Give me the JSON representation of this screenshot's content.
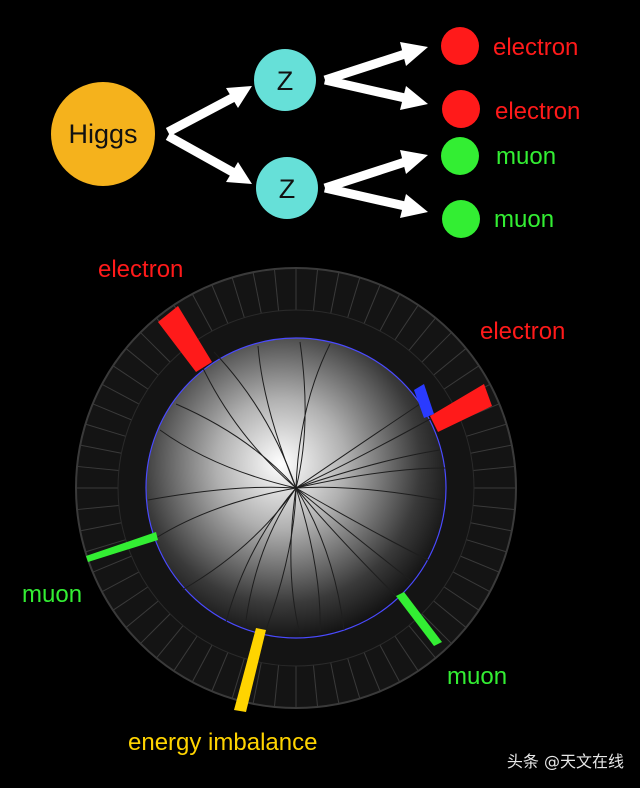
{
  "colors": {
    "background": "#000000",
    "higgs": "#f5b21c",
    "z_boson": "#66e0d8",
    "electron": "#ff1a1a",
    "muon": "#33ee33",
    "energy": "#ffd400",
    "arrow": "#ffffff",
    "detector_ring": "#1a1a1a",
    "track": "#222222"
  },
  "decay_chain": {
    "higgs": "Higgs",
    "z1": "Z",
    "z2": "Z",
    "products": [
      {
        "particle": "electron",
        "label": "electron"
      },
      {
        "particle": "electron",
        "label": "electron"
      },
      {
        "particle": "muon",
        "label": "muon"
      },
      {
        "particle": "muon",
        "label": "muon"
      }
    ]
  },
  "detector_event": {
    "labels": {
      "electron_top_left": "electron",
      "electron_right": "electron",
      "muon_left": "muon",
      "muon_bottom_right": "muon",
      "energy": "energy imbalance"
    }
  },
  "watermark": "头条 @天文在线"
}
